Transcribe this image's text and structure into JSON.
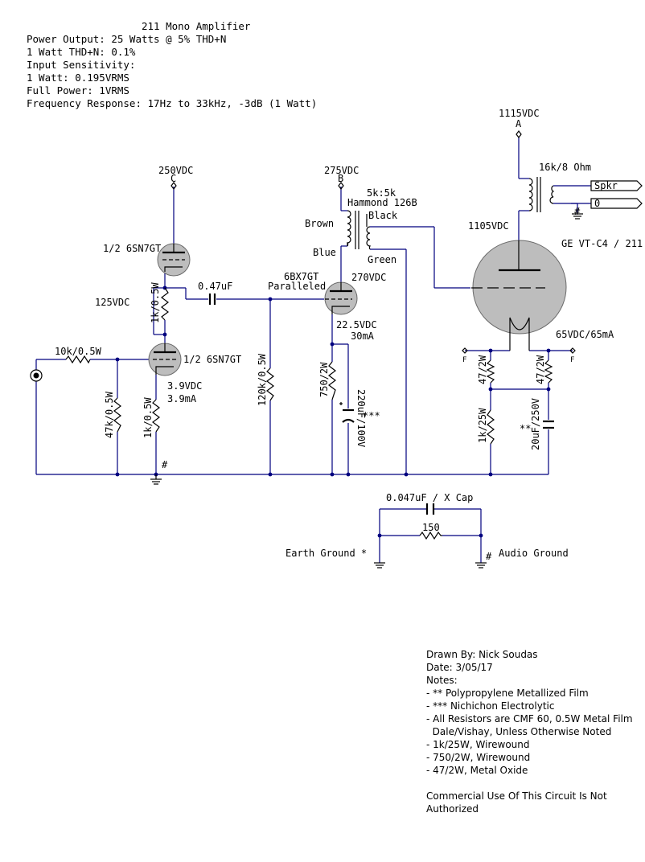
{
  "header": {
    "title": "211 Mono Amplifier",
    "specs": [
      "Power Output: 25 Watts @ 5% THD+N",
      "1 Watt THD+N: 0.1%",
      "Input Sensitivity:",
      "1 Watt: 0.195VRMS",
      "Full Power: 1VRMS",
      "Frequency Response: 17Hz to 33kHz, -3dB (1 Watt)"
    ]
  },
  "labels": {
    "v250": "250VDC",
    "node_c": "C",
    "v275": "275VDC",
    "node_b": "B",
    "v1115": "1115VDC",
    "node_a": "A",
    "tube_6sn7_upper": "1/2 6SN7GT",
    "tube_6sn7_lower": "1/2 6SN7GT",
    "v125": "125VDC",
    "r_1k_upper": "1k/0.5W",
    "cap_047": "0.47uF",
    "tube_6bx7": "6BX7GT",
    "paralleled": "Paralleled",
    "v270": "270VDC",
    "v22_5": "22.5VDC",
    "ma30": "30mA",
    "r_10k": "10k/0.5W",
    "v3_9": "3.9VDC",
    "ma3_9": "3.9mA",
    "r_47k": "47k/0.5W",
    "r_1k_lower": "1k/0.5W",
    "r_120k": "120k/0.5W",
    "r_750": "750/2W",
    "cap_220": "220uF/100V",
    "stars3": "***",
    "xfmr_ratio": "5k:5k",
    "xfmr_model": "Hammond 126B",
    "brown": "Brown",
    "black": "Black",
    "blue": "Blue",
    "green": "Green",
    "v1105": "1105VDC",
    "out_xfmr": "16k/8 Ohm",
    "spkr": "Spkr",
    "zero": "0",
    "tube_211": "GE VT-C4 / 211",
    "v65": "65VDC/65mA",
    "f_left": "F",
    "f_right": "F",
    "r_47_2w_left": "47/2W",
    "r_47_2w_right": "47/2W",
    "r_1k_25w": "1k/25W",
    "cap_20": "20uF/250V",
    "stars2": "**",
    "hash_1": "#",
    "hash_2": "#",
    "hash_3": "#",
    "cap_x": "0.047uF / X Cap",
    "r_150": "150",
    "earth_ground": "Earth Ground *",
    "audio_ground": "Audio Ground"
  },
  "notes": {
    "drawn_by": "Drawn By: Nick Soudas",
    "date": "Date: 3/05/17",
    "notes_title": "Notes:",
    "items": [
      "- ** Polypropylene Metallized Film",
      "- *** Nichichon Electrolytic",
      "- All Resistors are CMF 60, 0.5W Metal Film",
      "  Dale/Vishay, Unless Otherwise Noted",
      "- 1k/25W, Wirewound",
      "- 750/2W, Wirewound",
      "- 47/2W, Metal Oxide"
    ],
    "commercial": "Commercial Use Of This Circuit Is Not Authorized"
  }
}
